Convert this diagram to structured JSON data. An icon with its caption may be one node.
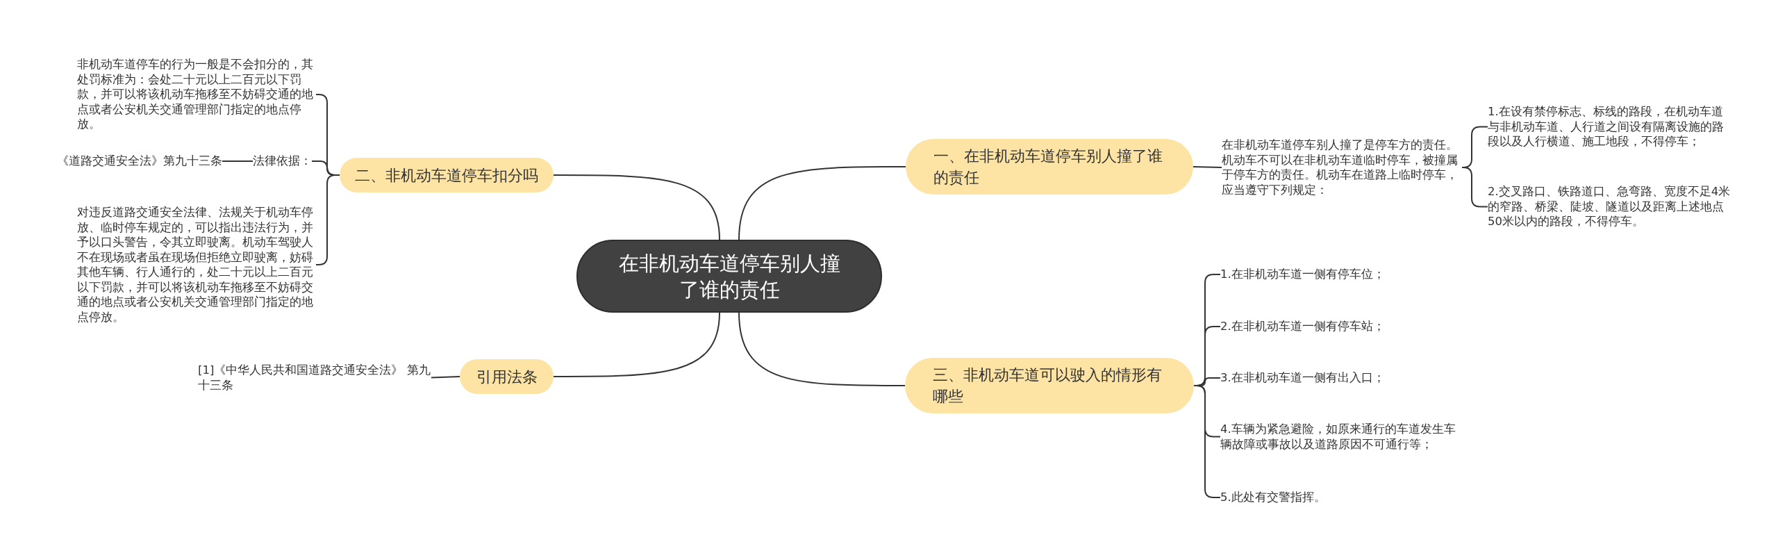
{
  "diagram": {
    "nodes": [
      {
        "text": [
          "在非机动车道停车别人撞了谁的责任"
        ]
      },
      {
        "text": [
          "一、在非机动车道停车别人撞了谁的责任"
        ]
      },
      {
        "text": [
          "在非机动车道停车别人撞了是停车方的责任。机动车不可以在非机动车道临时停车，被撞属于停车方的责任。机动车在道路上临时停车，应当遵守下列规定："
        ]
      },
      {
        "text": [
          "1.在设有禁停标志、标线的路段，在机动车道与非机动车道、人行道之间设有隔离设施的路段以及人行横道、施工地段，不得停车；"
        ]
      },
      {
        "text": [
          "2.交叉路口、铁路道口、急弯路、宽度不足4米的窄路、桥梁、陡坡、隧道以及距离上述地点50米以内的路段，不得停车。"
        ]
      },
      {
        "text": [
          "三、非机动车道可以驶入的情形有哪些"
        ]
      },
      {
        "text": [
          "1.在非机动车道一侧有停车位；"
        ]
      },
      {
        "text": [
          "2.在非机动车道一侧有停车站；"
        ]
      },
      {
        "text": [
          "3.在非机动车道一侧有出入口；"
        ]
      },
      {
        "text": [
          "4.车辆为紧急避险，如原来通行的车道发生车辆故障或事故以及道路原因不可通行等；"
        ]
      },
      {
        "text": [
          "5.此处有交警指挥。"
        ]
      },
      {
        "text": [
          "二、非机动车道停车扣分吗"
        ]
      },
      {
        "text": [
          "非机动车道停车的行为一般是不会扣分的，其处罚标准为：会处二十元以上二百元以下罚款，并可以将该机动车拖移至不妨碍交通的地点或者公安机关交通管理部门指定的地点停放。"
        ]
      },
      {
        "text": [
          "法律依据："
        ]
      },
      {
        "text": [
          "《道路交通安全法》第九十三条"
        ]
      },
      {
        "text": [
          "对违反道路交通安全法律、法规关于机动车停放、临时停车规定的，可以指出违法行为，并予以口头警告，令其立即驶离。机动车驾驶人不在现场或者虽在现场但拒绝立即驶离，妨碍其他车辆、行人通行的，处二十元以上二百元以下罚款，并可以将该机动车拖移至不妨碍交通的地点或者公安机关交通管理部门指定的地点停放。"
        ]
      },
      {
        "text": [
          "引用法条"
        ]
      },
      {
        "text": [
          "[1]《中华人民共和国道路交通安全法》 第九十三条"
        ]
      }
    ],
    "edges": [
      {
        "from": 0,
        "to": 1,
        "arrow": "none"
      },
      {
        "from": 1,
        "to": 2,
        "arrow": "none"
      },
      {
        "from": 2,
        "to": 3,
        "arrow": "none"
      },
      {
        "from": 2,
        "to": 4,
        "arrow": "none"
      },
      {
        "from": 0,
        "to": 5,
        "arrow": "none"
      },
      {
        "from": 5,
        "to": 6,
        "arrow": "none"
      },
      {
        "from": 5,
        "to": 7,
        "arrow": "none"
      },
      {
        "from": 5,
        "to": 8,
        "arrow": "none"
      },
      {
        "from": 5,
        "to": 9,
        "arrow": "none"
      },
      {
        "from": 5,
        "to": 10,
        "arrow": "none"
      },
      {
        "from": 0,
        "to": 11,
        "arrow": "none"
      },
      {
        "from": 11,
        "to": 12,
        "arrow": "none"
      },
      {
        "from": 11,
        "to": 13,
        "arrow": "none"
      },
      {
        "from": 13,
        "to": 14,
        "arrow": "none"
      },
      {
        "from": 11,
        "to": 15,
        "arrow": "none"
      },
      {
        "from": 0,
        "to": 16,
        "arrow": "none"
      },
      {
        "from": 16,
        "to": 17,
        "arrow": "none"
      }
    ]
  }
}
